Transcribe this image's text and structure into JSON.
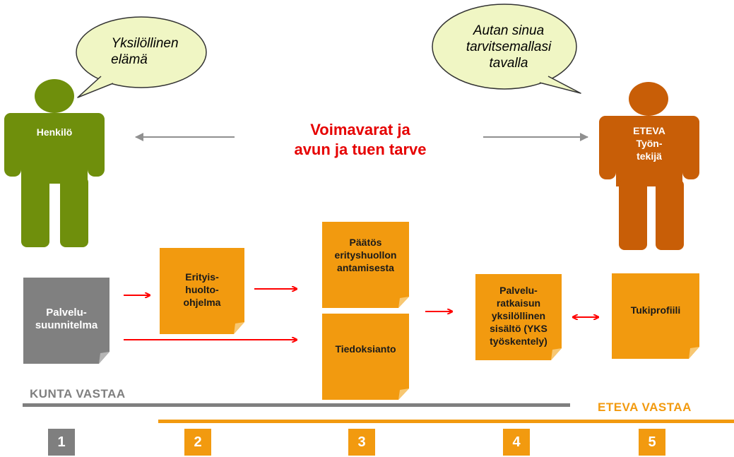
{
  "colors": {
    "person": "#6f8f0c",
    "worker": "#c85e07",
    "note_orange": "#f29a0f",
    "note_gray": "#808080",
    "bubble_fill": "#f0f6c4",
    "arrow_red": "#ff0000",
    "arrow_gray": "#909090",
    "kunta": "#7f7f7f",
    "eteva": "#f29a0f",
    "center_text": "#e60000"
  },
  "person": {
    "label": "Henkilö",
    "speech": [
      "Yksilöllinen",
      "elämä"
    ]
  },
  "worker": {
    "label_lines": [
      "ETEVA",
      "Työn-",
      "tekijä"
    ],
    "speech": [
      "Autan sinua",
      "tarvitsemallasi",
      "tavalla"
    ]
  },
  "center": {
    "lines": [
      "Voimavarat ja",
      "avun ja tuen tarve"
    ]
  },
  "notes": {
    "palvelusuunnitelma": [
      "Palvelu-",
      "suunnitelma"
    ],
    "erityishuolto": [
      "Erityis-",
      "huolto-",
      "ohjelma"
    ],
    "paatos": [
      "Päätös",
      "erityshuollon",
      "antamisesta"
    ],
    "tiedoksianto": [
      "Tiedoksianto"
    ],
    "palveluratkaisu": [
      "Palvelu-",
      "ratkaisun",
      "yksilöllinen",
      "sisältö (YKS",
      "työskentely)"
    ],
    "tukiprofiili": [
      "Tukiprofiili"
    ]
  },
  "responsibility": {
    "kunta": "KUNTA VASTAA",
    "eteva": "ETEVA VASTAA"
  },
  "steps": [
    "1",
    "2",
    "3",
    "4",
    "5"
  ]
}
